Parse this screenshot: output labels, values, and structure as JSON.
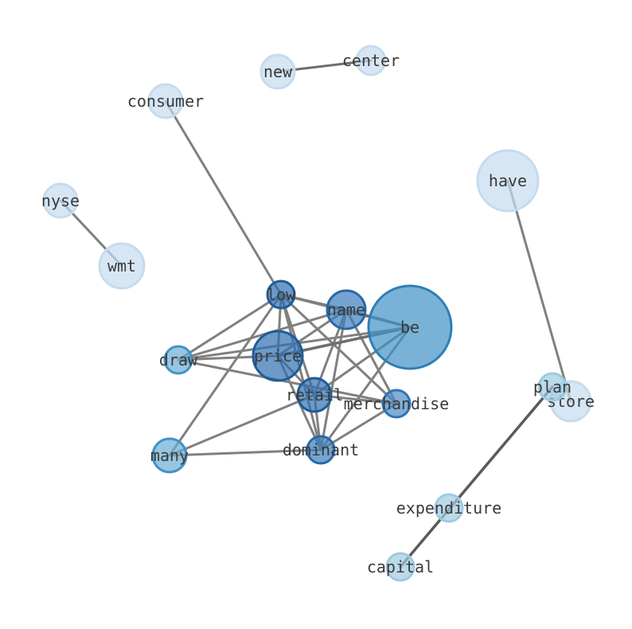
{
  "graph": {
    "nodes": [
      {
        "id": "have",
        "label": "have",
        "fill": "#c6dbef",
        "stroke": "#c6dbef"
      },
      {
        "id": "store",
        "label": "store",
        "fill": "#c6dbef",
        "stroke": "#c6dbef"
      },
      {
        "id": "plan",
        "label": "plan",
        "fill": "#9ecae1",
        "stroke": "#9ecae1"
      },
      {
        "id": "expenditure",
        "label": "expenditure",
        "fill": "#9ecae1",
        "stroke": "#9ecae1"
      },
      {
        "id": "capital",
        "label": "capital",
        "fill": "#9ecae1",
        "stroke": "#9ecae1"
      },
      {
        "id": "new",
        "label": "new",
        "fill": "#c6dbef",
        "stroke": "#c6dbef"
      },
      {
        "id": "center",
        "label": "center",
        "fill": "#c6dbef",
        "stroke": "#c6dbef"
      },
      {
        "id": "consumer",
        "label": "consumer",
        "fill": "#c6dbef",
        "stroke": "#c6dbef"
      },
      {
        "id": "nyse",
        "label": "nyse",
        "fill": "#c6dbef",
        "stroke": "#c6dbef"
      },
      {
        "id": "wmt",
        "label": "wmt",
        "fill": "#c6dbef",
        "stroke": "#c6dbef"
      },
      {
        "id": "be",
        "label": "be",
        "fill": "#4292c6",
        "stroke": "#2c7fb8"
      },
      {
        "id": "many",
        "label": "many",
        "fill": "#6baed6",
        "stroke": "#4292c6"
      },
      {
        "id": "draw",
        "label": "draw",
        "fill": "#6baed6",
        "stroke": "#4292c6"
      },
      {
        "id": "merchandise",
        "label": "merchandise",
        "fill": "#4a8cc6",
        "stroke": "#2f75b5"
      },
      {
        "id": "dominant",
        "label": "dominant",
        "fill": "#3a7dbd",
        "stroke": "#2868a8"
      },
      {
        "id": "name",
        "label": "name",
        "fill": "#3a7dbd",
        "stroke": "#2868a8"
      },
      {
        "id": "low",
        "label": "low",
        "fill": "#2f6fb0",
        "stroke": "#1f5c99"
      },
      {
        "id": "price",
        "label": "price",
        "fill": "#2f6fb0",
        "stroke": "#1f5c99"
      },
      {
        "id": "retail",
        "label": "retail",
        "fill": "#2f6fb0",
        "stroke": "#1f5c99"
      }
    ],
    "edges": [
      {
        "source": "new",
        "target": "center",
        "width": 3,
        "color": "#6e6e6e"
      },
      {
        "source": "consumer",
        "target": "low",
        "width": 3,
        "color": "#808080"
      },
      {
        "source": "nyse",
        "target": "wmt",
        "width": 3,
        "color": "#808080"
      },
      {
        "source": "have",
        "target": "store",
        "width": 3,
        "color": "#808080"
      },
      {
        "source": "plan",
        "target": "capital",
        "width": 3.5,
        "color": "#5a5a5a"
      },
      {
        "source": "low",
        "target": "name",
        "width": 3,
        "color": "#6e6e6e"
      },
      {
        "source": "low",
        "target": "be",
        "width": 3,
        "color": "#808080"
      },
      {
        "source": "low",
        "target": "draw",
        "width": 3,
        "color": "#808080"
      },
      {
        "source": "low",
        "target": "many",
        "width": 3,
        "color": "#808080"
      },
      {
        "source": "low",
        "target": "retail",
        "width": 3,
        "color": "#808080"
      },
      {
        "source": "low",
        "target": "dominant",
        "width": 3,
        "color": "#808080"
      },
      {
        "source": "low",
        "target": "merchandise",
        "width": 3,
        "color": "#808080"
      },
      {
        "source": "low",
        "target": "price",
        "width": 3,
        "color": "#808080"
      },
      {
        "source": "name",
        "target": "be",
        "width": 3,
        "color": "#6e6e6e"
      },
      {
        "source": "name",
        "target": "draw",
        "width": 3,
        "color": "#808080"
      },
      {
        "source": "name",
        "target": "price",
        "width": 3,
        "color": "#808080"
      },
      {
        "source": "name",
        "target": "retail",
        "width": 3,
        "color": "#808080"
      },
      {
        "source": "name",
        "target": "dominant",
        "width": 3,
        "color": "#808080"
      },
      {
        "source": "name",
        "target": "merchandise",
        "width": 3,
        "color": "#808080"
      },
      {
        "source": "be",
        "target": "price",
        "width": 3.5,
        "color": "#6e6e6e"
      },
      {
        "source": "be",
        "target": "retail",
        "width": 3,
        "color": "#808080"
      },
      {
        "source": "be",
        "target": "dominant",
        "width": 3,
        "color": "#808080"
      },
      {
        "source": "be",
        "target": "draw",
        "width": 3,
        "color": "#808080"
      },
      {
        "source": "price",
        "target": "draw",
        "width": 3,
        "color": "#808080"
      },
      {
        "source": "price",
        "target": "retail",
        "width": 3,
        "color": "#808080"
      },
      {
        "source": "price",
        "target": "dominant",
        "width": 3,
        "color": "#808080"
      },
      {
        "source": "draw",
        "target": "merchandise",
        "width": 3,
        "color": "#808080"
      },
      {
        "source": "retail",
        "target": "merchandise",
        "width": 3,
        "color": "#808080"
      },
      {
        "source": "retail",
        "target": "many",
        "width": 3,
        "color": "#808080"
      },
      {
        "source": "retail",
        "target": "dominant",
        "width": 3,
        "color": "#808080"
      },
      {
        "source": "dominant",
        "target": "merchandise",
        "width": 3,
        "color": "#808080"
      },
      {
        "source": "many",
        "target": "dominant",
        "width": 3,
        "color": "#808080"
      }
    ]
  }
}
